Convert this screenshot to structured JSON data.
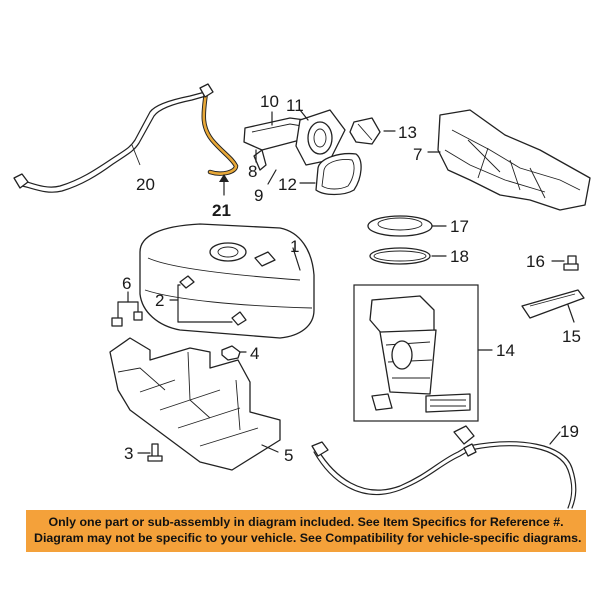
{
  "callouts": {
    "c1": "1",
    "c2": "2",
    "c3": "3",
    "c4": "4",
    "c5": "5",
    "c6": "6",
    "c7": "7",
    "c8": "8",
    "c9": "9",
    "c10": "10",
    "c11": "11",
    "c12": "12",
    "c13": "13",
    "c14": "14",
    "c15": "15",
    "c16": "16",
    "c17": "17",
    "c18": "18",
    "c19": "19",
    "c20": "20",
    "c21": "21"
  },
  "highlight_color": "#e8a838",
  "banner": {
    "color": "#f4a13a",
    "line1": "Only one part or sub-assembly in diagram included. See Item Specifics for Reference #.",
    "line2": "Diagram may not be specific to your vehicle. See Compatibility for vehicle-specific diagrams."
  }
}
